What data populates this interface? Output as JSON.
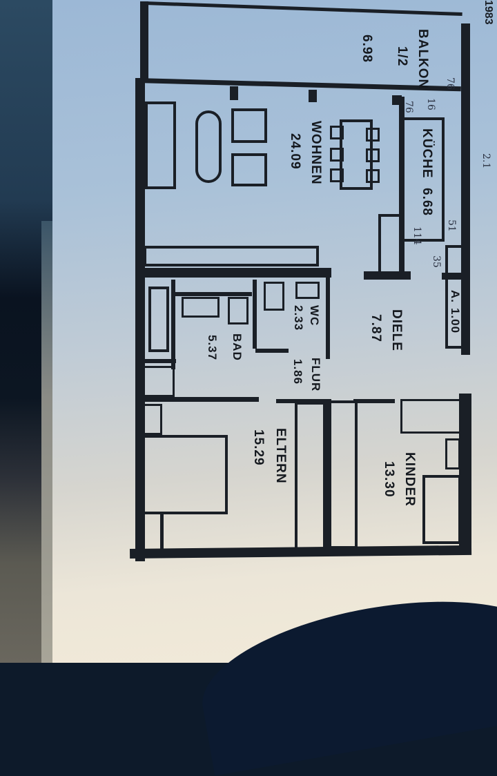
{
  "document": {
    "type": "floor plan (printed, photographed, rotated 90°)",
    "year_fragment": "1983"
  },
  "rooms": [
    {
      "name": "BALKON",
      "sub": "1/2",
      "area": "6.98"
    },
    {
      "name": "WOHNEN",
      "area": "24.09"
    },
    {
      "name": "KÜCHE",
      "area": "6.68"
    },
    {
      "name": "A.",
      "area": "1.00"
    },
    {
      "name": "DIELE",
      "area": "7.87"
    },
    {
      "name": "WC",
      "area": "2.33"
    },
    {
      "name": "BAD",
      "area": "5.37"
    },
    {
      "name": "FLUR",
      "area": "1.86"
    },
    {
      "name": "ELTERN",
      "area": "15.29"
    },
    {
      "name": "KINDER",
      "area": "13.30"
    }
  ],
  "handwritten_notes": [
    "76",
    "16",
    "76",
    "114",
    "51",
    "35",
    "2.1"
  ],
  "colors": {
    "ink": "#1a1f26",
    "paper_top": "#9cb8d6",
    "paper_bottom": "#f2ead9"
  }
}
